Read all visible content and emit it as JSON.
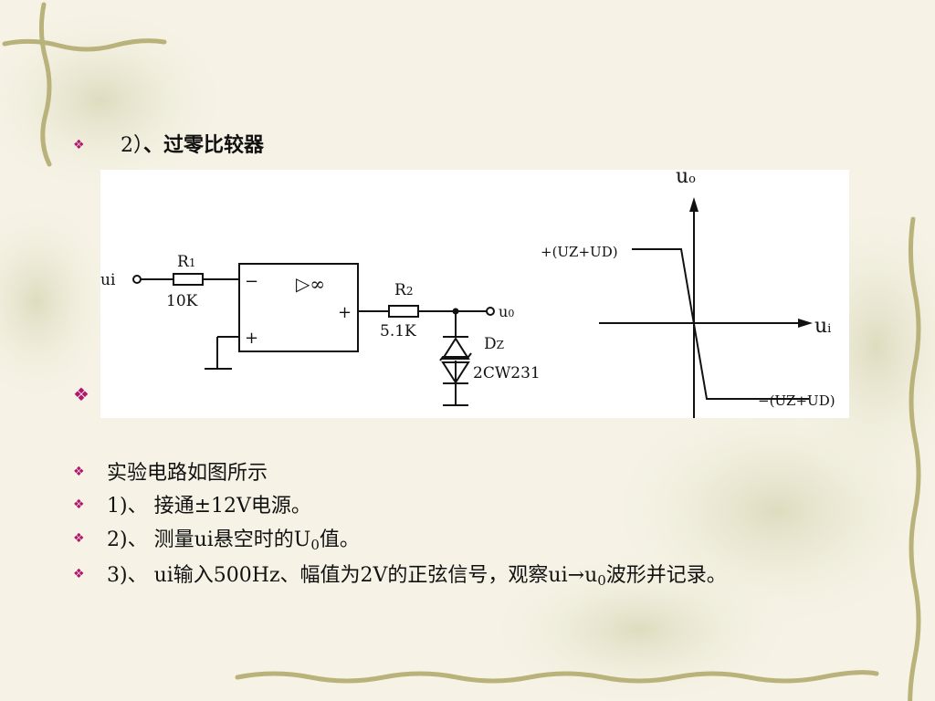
{
  "heading": {
    "prefix": "2）",
    "title": "、过零比较器"
  },
  "bullet_symbol": "❖",
  "circuit": {
    "input_label": "ui",
    "r1_label": "R",
    "r1_sub": "1",
    "r1_value": "10K",
    "opamp_minus": "−",
    "opamp_plus_in": "+",
    "opamp_symbol": "▷∞",
    "opamp_plus_out": "+",
    "r2_label": "R",
    "r2_sub": "2",
    "r2_value": "5.1K",
    "output_label": "u",
    "output_sub": "0",
    "diode_label": "D",
    "diode_sub": "Z",
    "diode_model": "2CW231"
  },
  "transfer_curve": {
    "y_axis_label": "u",
    "y_axis_sub": "o",
    "x_axis_label": "u",
    "x_axis_sub": "i",
    "upper_level_label": "+(UZ+UD)",
    "lower_level_label": "−(UZ+UD)"
  },
  "items": [
    {
      "text": "实验电路如图所示"
    },
    {
      "text": "1)、  接通±12V电源。"
    },
    {
      "pre": "2)、  测量ui悬空时的U",
      "sub": "0",
      "post": "值。"
    },
    {
      "pre": "3)、  ui输入500Hz、幅值为2V的正弦信号，观察ui→u",
      "sub": "0",
      "post": "波形并记录。"
    }
  ]
}
